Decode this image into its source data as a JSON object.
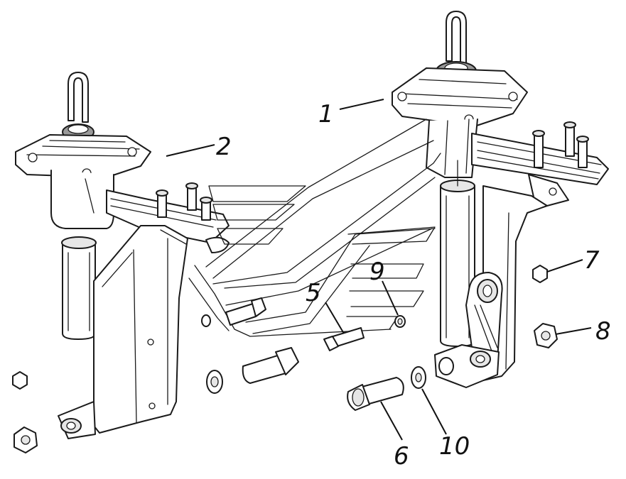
{
  "diagram": {
    "callouts": [
      {
        "id": "1",
        "label": "1"
      },
      {
        "id": "2",
        "label": "2"
      },
      {
        "id": "5",
        "label": "5"
      },
      {
        "id": "6",
        "label": "6"
      },
      {
        "id": "7",
        "label": "7"
      },
      {
        "id": "8",
        "label": "8"
      },
      {
        "id": "9",
        "label": "9"
      },
      {
        "id": "10",
        "label": "10"
      }
    ]
  }
}
